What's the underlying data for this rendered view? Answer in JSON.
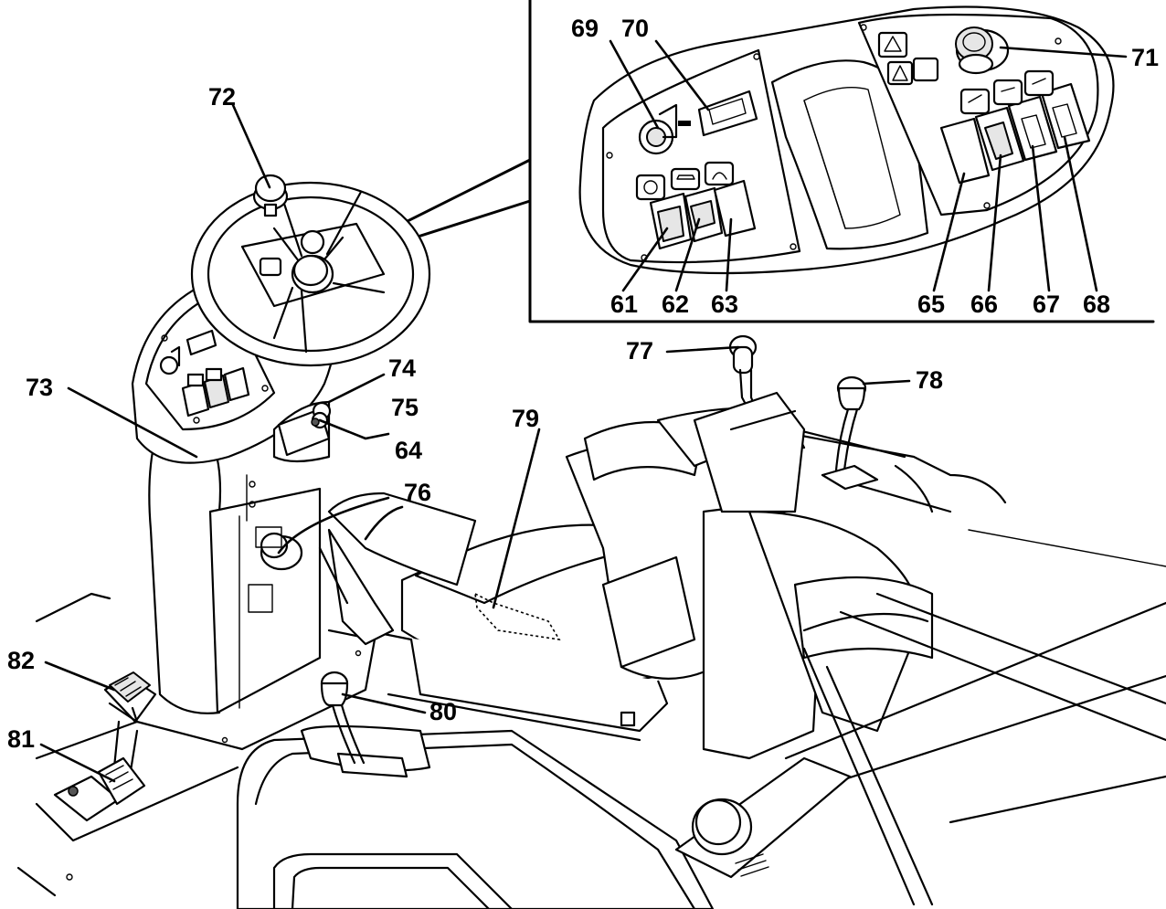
{
  "callouts": {
    "c61": "61",
    "c62": "62",
    "c63": "63",
    "c64": "64",
    "c65": "65",
    "c66": "66",
    "c67": "67",
    "c68": "68",
    "c69": "69",
    "c70": "70",
    "c71": "71",
    "c72": "72",
    "c73": "73",
    "c74": "74",
    "c75": "75",
    "c76": "76",
    "c77": "77",
    "c78": "78",
    "c79": "79",
    "c80": "80",
    "c81": "81",
    "c82": "82"
  },
  "colors": {
    "line": "#000000",
    "background": "#ffffff",
    "shade": "#e6e6e6"
  }
}
